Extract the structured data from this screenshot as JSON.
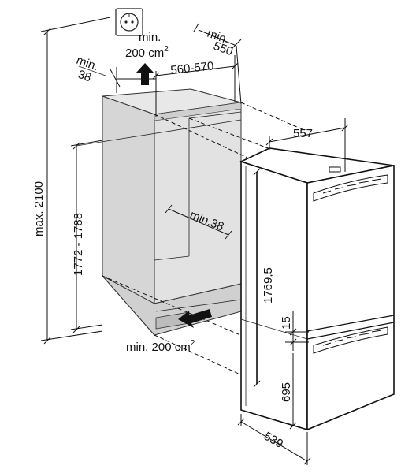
{
  "labels": {
    "max_height": "max. 2100",
    "niche_height": "1772 - 1788",
    "niche_width": "560-570",
    "min_left_l1": "min.",
    "min_left_l2": "38",
    "vent_top_l1": "min.",
    "vent_top_l2": "200 cm",
    "vent_top_sup": "2",
    "depth_top_l1": "min.",
    "depth_top_l2": "550",
    "appliance_width": "557",
    "inner_min": "min.38",
    "appliance_height": "1769,5",
    "gap": "15",
    "freezer_height": "695",
    "vent_bottom": "min. 200 cm",
    "vent_bottom_sup": "2",
    "appliance_depth": "539"
  },
  "colors": {
    "niche_fill": "#dcdcdc",
    "line": "#111111",
    "background": "#ffffff"
  },
  "icons": {
    "socket": "power-socket-icon",
    "arrow_up": "airflow-up-arrow",
    "arrow_in": "airflow-in-arrow"
  }
}
